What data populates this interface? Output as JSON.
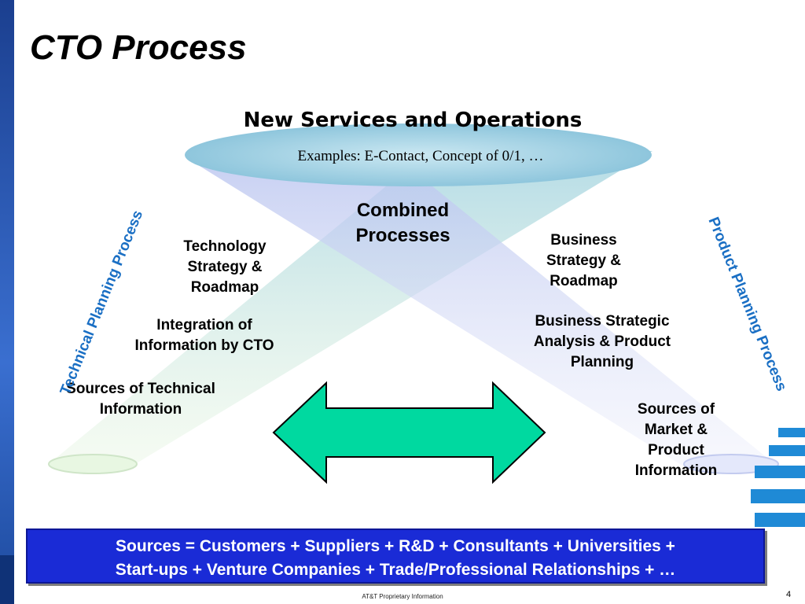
{
  "slide": {
    "title": "CTO Process",
    "page_number": "4",
    "footer": "AT&T Proprietary Information"
  },
  "top": {
    "heading": "New Services and Operations",
    "examples": "Examples:  E-Contact, Concept of 0/1, …"
  },
  "center": {
    "combined_line1": "Combined",
    "combined_line2": "Processes"
  },
  "left_process": {
    "label": "Technical Planning Process",
    "item1": [
      "Technology",
      "Strategy &",
      "Roadmap"
    ],
    "item2": [
      "Integration of",
      "Information by CTO"
    ],
    "item3": [
      "Sources of Technical",
      "Information"
    ]
  },
  "right_process": {
    "label": "Product Planning Process",
    "item1": [
      "Business",
      "Strategy &",
      "Roadmap"
    ],
    "item2": [
      "Business Strategic",
      "Analysis & Product",
      "Planning"
    ],
    "item3": [
      "Sources of",
      "Market &",
      "Product",
      "Information"
    ]
  },
  "sources_box": {
    "line1": "Sources = Customers + Suppliers + R&D + Consultants + Universities +",
    "line2": "Start-ups + Venture Companies + Trade/Professional Relationships + …"
  },
  "colors": {
    "arrow_fill": "#00d9a0",
    "box_fill": "#1a2bd6",
    "vertical_label": "#1a6fc4",
    "ellipse": "#8ec8e0"
  },
  "icons": [
    "double-arrow-icon",
    "globe-logo-icon"
  ]
}
